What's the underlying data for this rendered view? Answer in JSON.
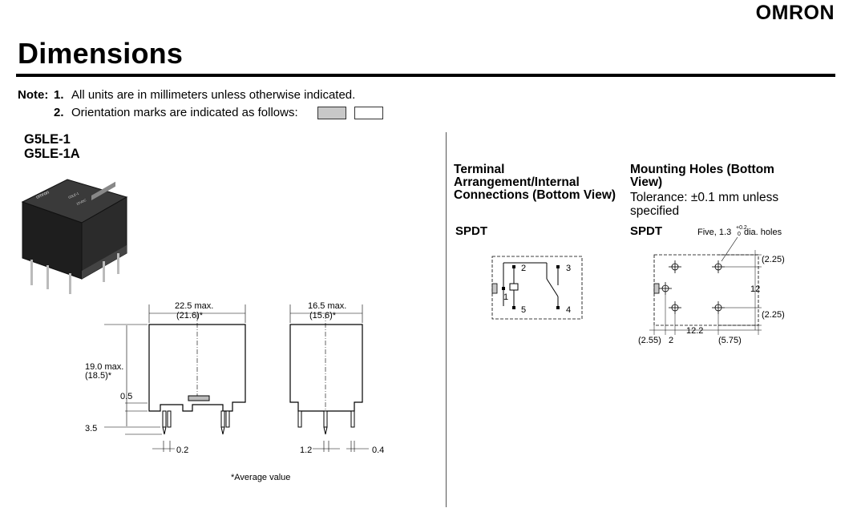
{
  "header": {
    "brand_logo": "omron",
    "title": "Dimensions"
  },
  "notes": {
    "label": "Note:",
    "items": [
      {
        "num": "1.",
        "text": "All units are in millimeters unless otherwise indicated."
      },
      {
        "num": "2.",
        "text": "Orientation marks are indicated as follows:"
      }
    ]
  },
  "models": [
    "G5LE-1",
    "G5LE-1A"
  ],
  "dimension_drawing": {
    "front_width": "22.5 max.",
    "front_width_avg": "(21.6)*",
    "side_width": "16.5 max.",
    "side_width_avg": "(15.6)*",
    "height": "19.0 max.",
    "height_avg": "(18.5)*",
    "dim_0_5": "0.5",
    "dim_3_5": "3.5",
    "dim_0_2": "0.2",
    "dim_1_2": "1.2",
    "dim_0_4": "0.4",
    "footnote": "*Average value"
  },
  "terminal": {
    "heading": "Terminal Arrangement/Internal Connections (Bottom View)",
    "type": "SPDT",
    "pins": [
      "1",
      "2",
      "3",
      "4",
      "5"
    ]
  },
  "mounting": {
    "heading": "Mounting Holes (Bottom View)",
    "tolerance": "Tolerance: ±0.1 mm unless specified",
    "type": "SPDT",
    "holes_label_pre": "Five, 1.3",
    "holes_tol_plus": "+0.2",
    "holes_tol_zero": "0",
    "holes_label_post": " dia. holes",
    "dim_top_right": "(2.25)",
    "dim_mid": "12",
    "dim_bottom_right": "(2.25)",
    "dim_horiz": "12.2",
    "dim_left": "(2.55)",
    "dim_2": "2",
    "dim_right": "(5.75)"
  },
  "colors": {
    "relay_body": "#1a1a1a",
    "orientation_mark_grey": "#c8c8c8"
  }
}
